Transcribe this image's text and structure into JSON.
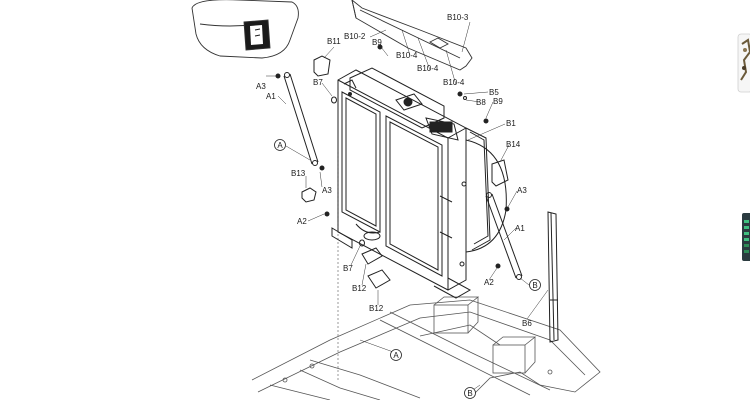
{
  "diagram": {
    "labels": {
      "b10_3": "B10-3",
      "b10_2": "B10-2",
      "b9_top": "B9",
      "b11": "B11",
      "b10_4a": "B10-4",
      "b10_4b": "B10-4",
      "b10_4c": "B10-4",
      "a3_top": "A3",
      "a1_left": "A1",
      "b7_top": "B7",
      "b5": "B5",
      "b8": "B8",
      "b9_right": "B9",
      "b1": "B1",
      "b14": "B14",
      "callout_a_left": "A",
      "b13": "B13",
      "a3_mid": "A3",
      "a3_right": "A3",
      "a2_left": "A2",
      "a1_right": "A1",
      "b7_bottom": "B7",
      "a2_right": "A2",
      "callout_b_right": "B",
      "b12_a": "B12",
      "b12_b": "B12",
      "b6": "B6",
      "callout_a_bottom": "A",
      "callout_b_bottom": "B"
    }
  },
  "colors": {
    "line": "#222222",
    "frame": "#555555",
    "side_widget": "#2e8b57"
  }
}
